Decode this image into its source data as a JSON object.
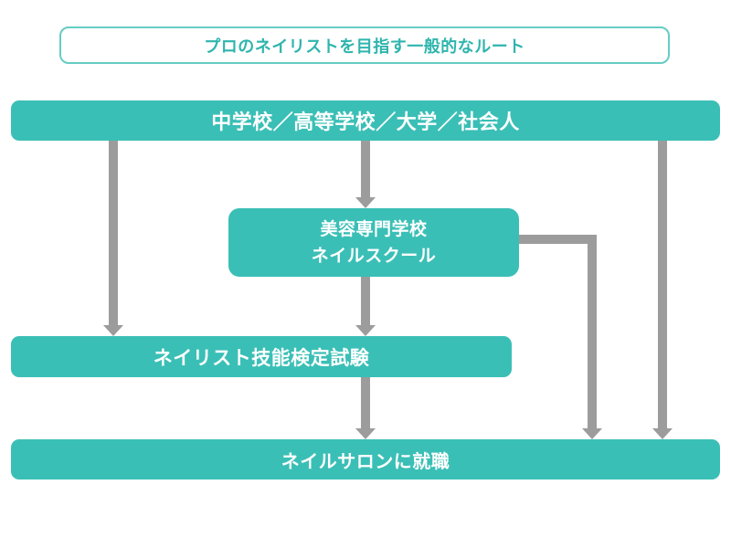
{
  "title": "プロのネイリストを目指す一般的なルート",
  "nodes": {
    "start": "中学校／高等学校／大学／社会人",
    "school": {
      "line1": "美容専門学校",
      "line2": "ネイルスクール"
    },
    "exam": "ネイリスト技能検定試験",
    "salon": "ネイルサロンに就職"
  },
  "colors": {
    "background": "#ffffff",
    "box_fill": "#3abfb6",
    "box_text": "#ffffff",
    "title_border": "#66ccc4",
    "title_text": "#2fb5ae",
    "arrow": "#9c9c9c"
  }
}
